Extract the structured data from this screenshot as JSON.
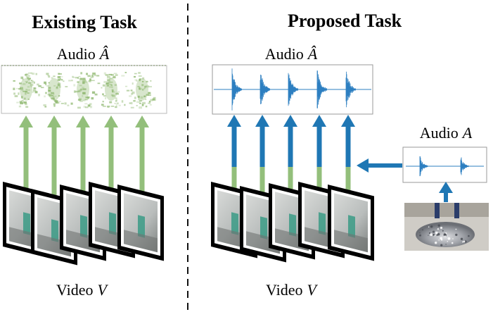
{
  "left_panel": {
    "title": "Existing Task",
    "output_label": "Audio",
    "output_symbol": "Â",
    "input_label": "Video",
    "input_symbol": "V",
    "arrow_color": "#93bf7b",
    "waveform_color": "#8fb870"
  },
  "right_panel": {
    "title": "Proposed Task",
    "output_label": "Audio",
    "output_symbol": "Â",
    "input_label": "Video",
    "input_symbol": "V",
    "condition_label": "Audio",
    "condition_symbol": "A",
    "arrow_color": "#1f77b4",
    "lower_arrow_color": "#93bf7b",
    "waveform_color": "#2d7fc1"
  },
  "divider_style": "dashed"
}
